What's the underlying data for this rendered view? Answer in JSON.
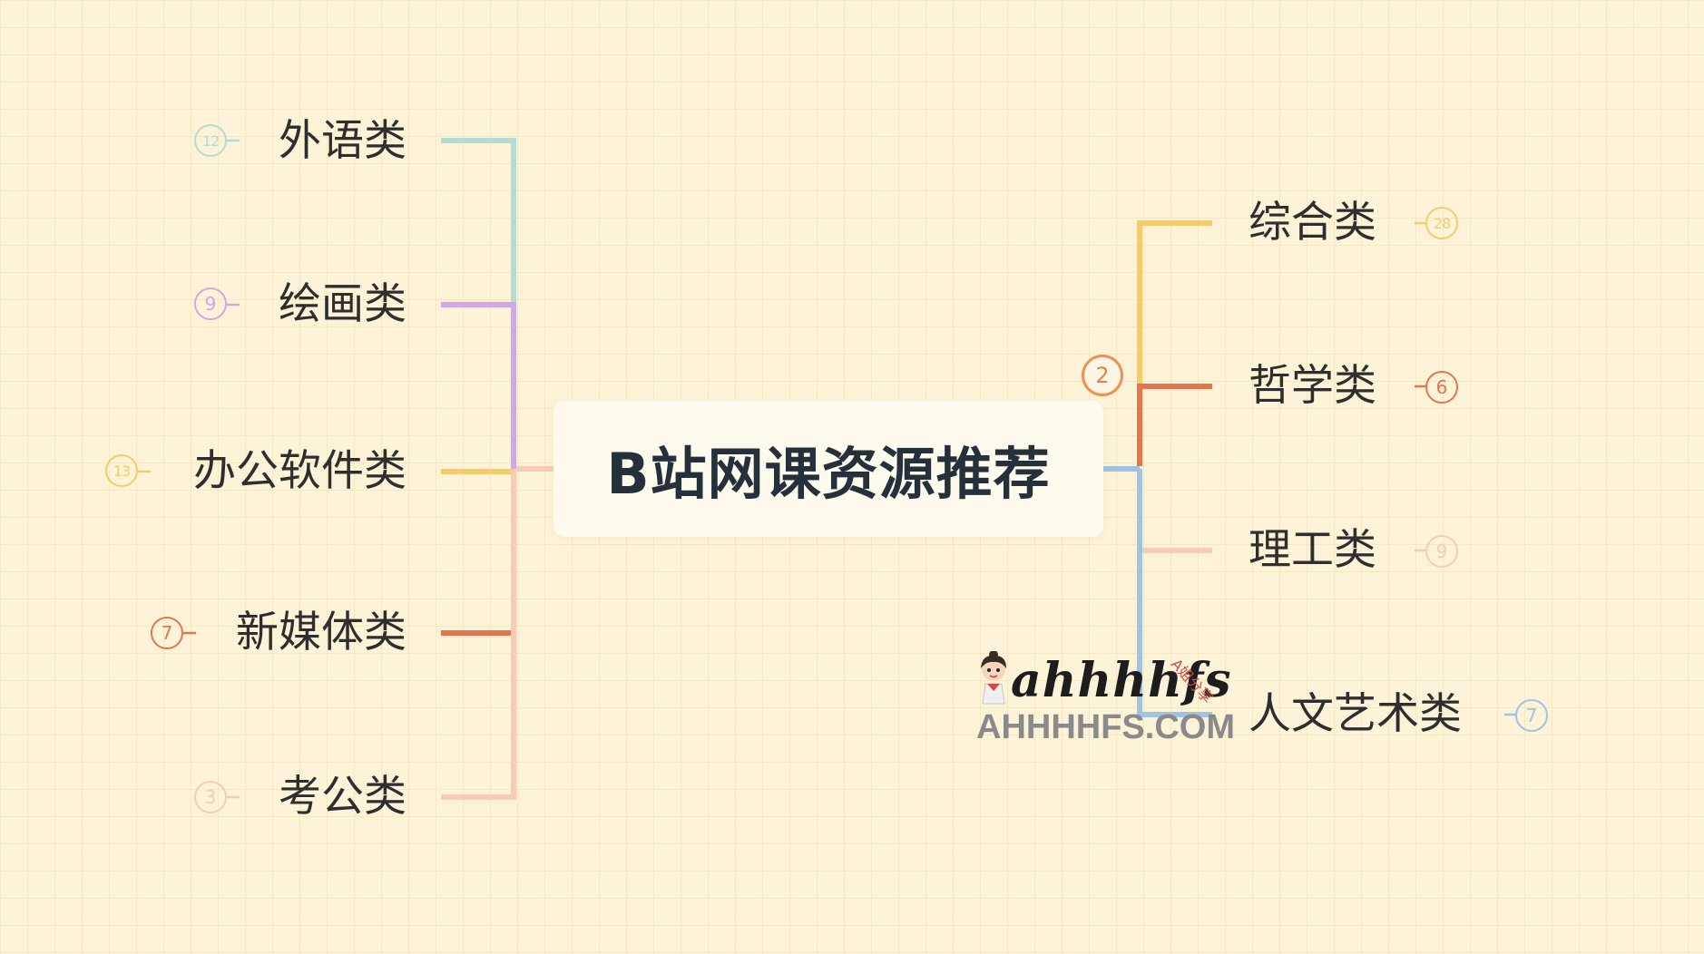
{
  "root": {
    "title": "B站网课资源推荐",
    "collapsed_count": "2"
  },
  "left_branches": [
    {
      "label": "外语类",
      "count": "12",
      "color": "#b6dbd2"
    },
    {
      "label": "绘画类",
      "count": "9",
      "color": "#d3a7e4"
    },
    {
      "label": "办公软件类",
      "count": "13",
      "color": "#f6cc6a"
    },
    {
      "label": "新媒体类",
      "count": "7",
      "color": "#e3764d"
    },
    {
      "label": "考公类",
      "count": "3",
      "color": "#f8cbb6"
    }
  ],
  "right_branches": [
    {
      "label": "综合类",
      "count": "28",
      "color": "#f6cc6a"
    },
    {
      "label": "哲学类",
      "count": "6",
      "color": "#e3764d"
    },
    {
      "label": "理工类",
      "count": "9",
      "color": "#f8cbb6"
    },
    {
      "label": "人文艺术类",
      "count": "7",
      "color": "#9ec3e6"
    }
  ],
  "watermark": {
    "script": "ahhhhfs",
    "tag": "A姐分享",
    "domain": "AHHHHFS.COM"
  }
}
